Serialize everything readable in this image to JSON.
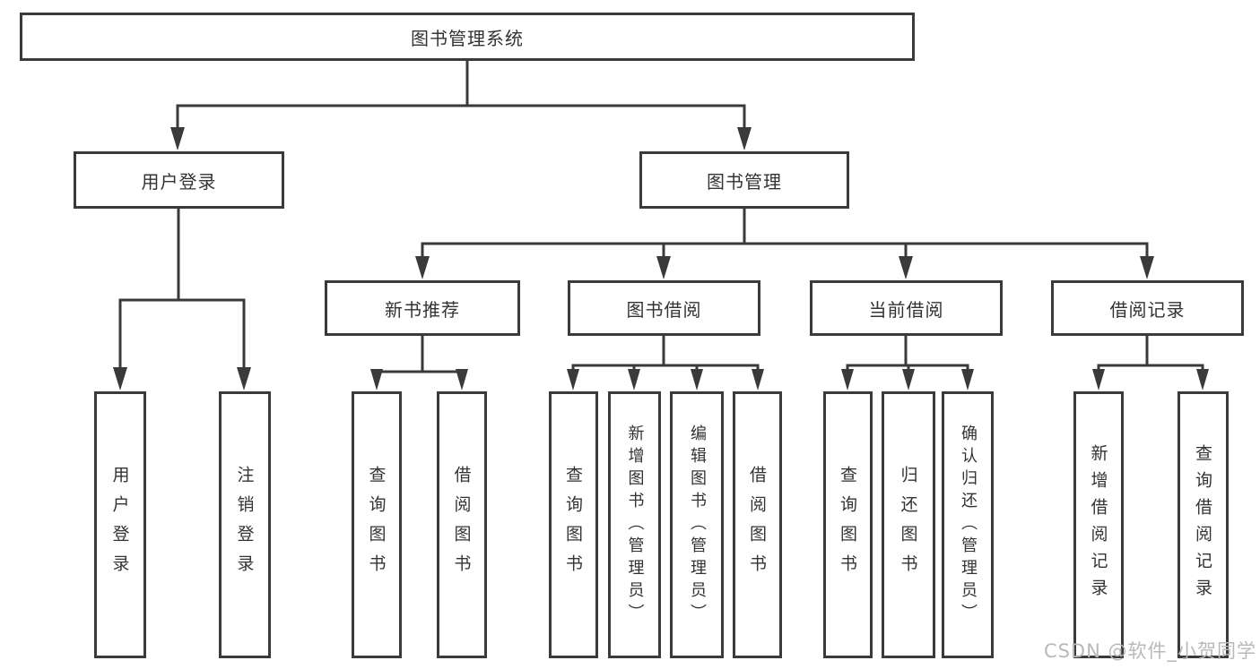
{
  "tree": {
    "root": {
      "label": "图书管理系统"
    },
    "login": {
      "label": "用户登录",
      "children": [
        {
          "label": "用户登录"
        },
        {
          "label": "注销登录"
        }
      ]
    },
    "management": {
      "label": "图书管理",
      "groups": [
        {
          "label": "新书推荐",
          "children": [
            {
              "label": "查询图书"
            },
            {
              "label": "借阅图书"
            }
          ]
        },
        {
          "label": "图书借阅",
          "children": [
            {
              "label": "查询图书"
            },
            {
              "label": "新增图书（管理员）"
            },
            {
              "label": "编辑图书（管理员）"
            },
            {
              "label": "借阅图书"
            }
          ]
        },
        {
          "label": "当前借阅",
          "children": [
            {
              "label": "查询图书"
            },
            {
              "label": "归还图书"
            },
            {
              "label": "确认归还（管理员）"
            }
          ]
        },
        {
          "label": "借阅记录",
          "children": [
            {
              "label": "新增借阅记录"
            },
            {
              "label": "查询借阅记录"
            }
          ]
        }
      ]
    }
  },
  "watermark": {
    "text": "CSDN @软件_小贺同学"
  },
  "colors": {
    "line": "#3a3a3a",
    "text": "#333333",
    "watermark": "#b9b9b9",
    "background": "#ffffff"
  }
}
